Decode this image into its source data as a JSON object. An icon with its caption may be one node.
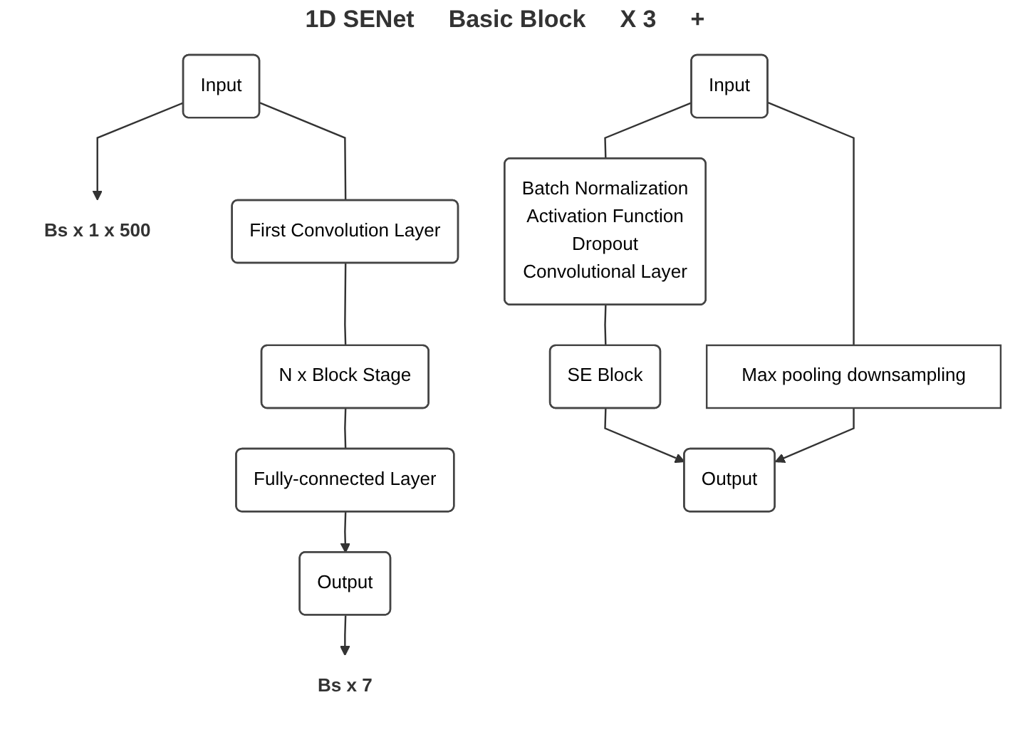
{
  "diagram": {
    "nodes": [
      {
        "text": [
          "Input"
        ]
      },
      {
        "text": [
          "Bs x 1 x 500"
        ]
      },
      {
        "text": [
          "First Convolution Layer"
        ]
      },
      {
        "text": [
          "N x Block Stage"
        ]
      },
      {
        "text": [
          "Fully-connected Layer"
        ]
      },
      {
        "text": [
          "Output"
        ]
      },
      {
        "text": [
          "Bs x 7"
        ]
      },
      {
        "text": [
          "Input"
        ]
      },
      {
        "text": [
          "Batch Normalization",
          "Activation Function",
          "Dropout",
          "Convolutional Layer"
        ]
      },
      {
        "text": [
          "SE Block"
        ]
      },
      {
        "text": [
          "Max pooling downsampling"
        ]
      },
      {
        "text": [
          "Output"
        ]
      }
    ],
    "edges": [
      {
        "from": 0,
        "to": 1,
        "arrow": "to"
      },
      {
        "from": 0,
        "to": 2,
        "arrow": "none"
      },
      {
        "from": 2,
        "to": 3,
        "arrow": "none"
      },
      {
        "from": 3,
        "to": 4,
        "arrow": "none"
      },
      {
        "from": 4,
        "to": 5,
        "arrow": "to"
      },
      {
        "from": 5,
        "to": 6,
        "arrow": "to"
      },
      {
        "from": 7,
        "to": 8,
        "arrow": "none"
      },
      {
        "from": 8,
        "to": 9,
        "arrow": "none"
      },
      {
        "from": 9,
        "to": 11,
        "arrow": "to"
      },
      {
        "from": 7,
        "to": 10,
        "arrow": "none"
      },
      {
        "from": 10,
        "to": 11,
        "arrow": "to"
      }
    ],
    "labels": [
      "1D SENet",
      "Basic Block",
      "X 3",
      "+"
    ]
  }
}
